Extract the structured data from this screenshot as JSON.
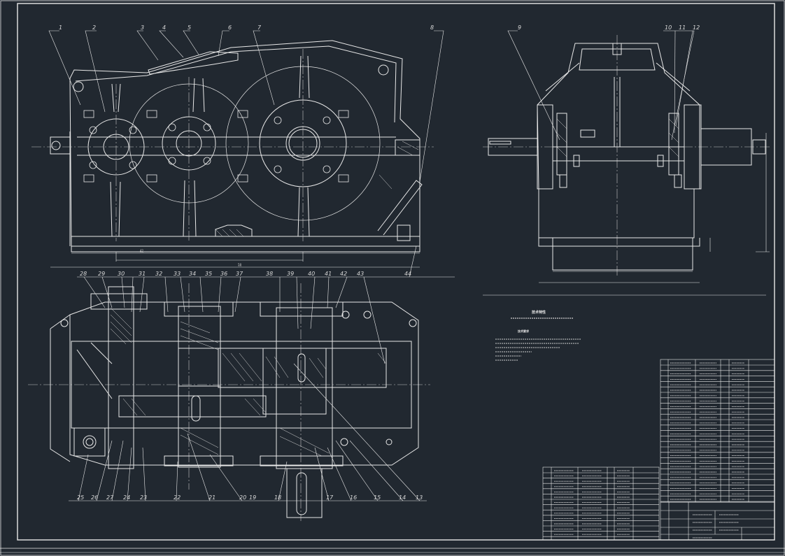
{
  "drawing": {
    "callouts_top": [
      "1",
      "2",
      "3",
      "4",
      "5",
      "6",
      "7",
      "8"
    ],
    "callouts_side": [
      "9",
      "10",
      "11",
      "12"
    ],
    "callouts_mid": [
      "28",
      "29",
      "30",
      "31",
      "32",
      "33",
      "34",
      "35",
      "36",
      "37",
      "38",
      "39",
      "40",
      "41",
      "42",
      "43"
    ],
    "callouts_bottom": [
      "25",
      "26",
      "27",
      "24",
      "23",
      "22",
      "21",
      "20",
      "19",
      "18",
      "17",
      "16",
      "15",
      "14",
      "13"
    ],
    "callout_44": "44",
    "tech_heading": "技术特性",
    "notes_heading": "技术要求",
    "colors": {
      "background": "#212830",
      "line": "#e8e8e8",
      "centerline": "#c8c8c8",
      "hatch": "#d9d9d9"
    }
  }
}
